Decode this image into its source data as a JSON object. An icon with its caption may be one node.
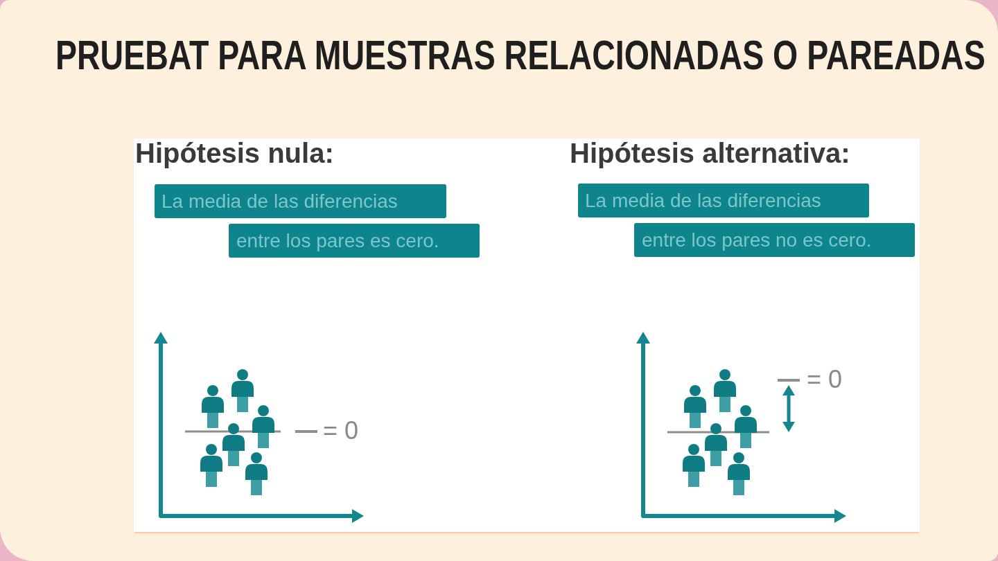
{
  "diagram": {
    "title": "PRUEBAT PARA MUESTRAS RELACIONADAS O PAREADAS",
    "nodes": [
      {
        "text": [
          "La media de las diferencias"
        ]
      },
      {
        "text": [
          "entre los pares es cero."
        ]
      },
      {
        "text": [
          "La media de las diferencias"
        ]
      },
      {
        "text": [
          "entre los pares no es cero."
        ]
      }
    ],
    "labels": [
      "Hipótesis nula:",
      "Hipótesis alternativa:"
    ],
    "legend": [
      {
        "text": "= 0"
      },
      {
        "text": "= 0"
      }
    ]
  }
}
